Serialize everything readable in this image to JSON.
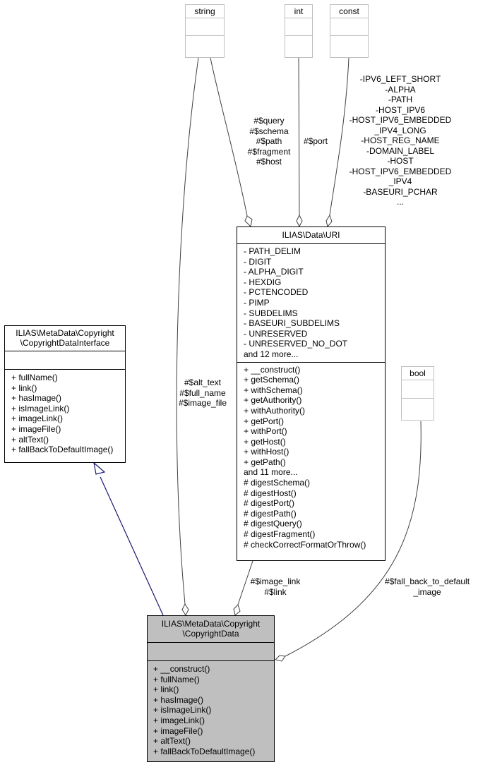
{
  "classes": {
    "string": {
      "title": "string"
    },
    "int": {
      "title": "int"
    },
    "const": {
      "title": "const"
    },
    "bool": {
      "title": "bool"
    },
    "uri": {
      "title": "ILIAS\\Data\\URI",
      "attributes": [
        "- PATH_DELIM",
        "- DIGIT",
        "- ALPHA_DIGIT",
        "- HEXDIG",
        "- PCTENCODED",
        "- PIMP",
        "- SUBDELIMS",
        "- BASEURI_SUBDELIMS",
        "- UNRESERVED",
        "- UNRESERVED_NO_DOT",
        "and 12 more..."
      ],
      "methods": [
        "+ __construct()",
        "+ getSchema()",
        "+ withSchema()",
        "+ getAuthority()",
        "+ withAuthority()",
        "+ getPort()",
        "+ withPort()",
        "+ getHost()",
        "+ withHost()",
        "+ getPath()",
        "and 11 more...",
        "# digestSchema()",
        "# digestHost()",
        "# digestPort()",
        "# digestPath()",
        "# digestQuery()",
        "# digestFragment()",
        "# checkCorrectFormatOrThrow()"
      ]
    },
    "iface": {
      "title_line1": "ILIAS\\MetaData\\Copyright",
      "title_line2": "\\CopyrightDataInterface",
      "methods": [
        "+ fullName()",
        "+ link()",
        "+ hasImage()",
        "+ isImageLink()",
        "+ imageLink()",
        "+ imageFile()",
        "+ altText()",
        "+ fallBackToDefaultImage()"
      ]
    },
    "main": {
      "title_line1": "ILIAS\\MetaData\\Copyright",
      "title_line2": "\\CopyrightData",
      "methods": [
        "+ __construct()",
        "+ fullName()",
        "+ link()",
        "+ hasImage()",
        "+ isImageLink()",
        "+ imageLink()",
        "+ imageFile()",
        "+ altText()",
        "+ fallBackToDefaultImage()"
      ]
    }
  },
  "edge_labels": {
    "string_to_uri": [
      "#$query",
      "#$schema",
      "#$path",
      "#$fragment",
      "#$host"
    ],
    "int_to_uri": [
      "#$port"
    ],
    "const_to_uri": [
      "-IPV6_LEFT_SHORT",
      "-ALPHA",
      "-PATH",
      "-HOST_IPV6",
      "-HOST_IPV6_EMBEDDED",
      "_IPV4_LONG",
      "-HOST_REG_NAME",
      "-DOMAIN_LABEL",
      "-HOST",
      "-HOST_IPV6_EMBEDDED",
      "_IPV4",
      "-BASEURI_PCHAR",
      "..."
    ],
    "string_to_main": [
      "#$alt_text",
      "#$full_name",
      "#$image_file"
    ],
    "uri_to_main": [
      "#$image_link",
      "#$link"
    ],
    "bool_to_main": [
      "#$fall_back_to_default",
      "_image"
    ]
  },
  "colors": {
    "inheritance_edge": "#191970",
    "usage_edge": "#404040",
    "main_fill": "#bfbfbf",
    "type_border": "#bfbfbf"
  }
}
